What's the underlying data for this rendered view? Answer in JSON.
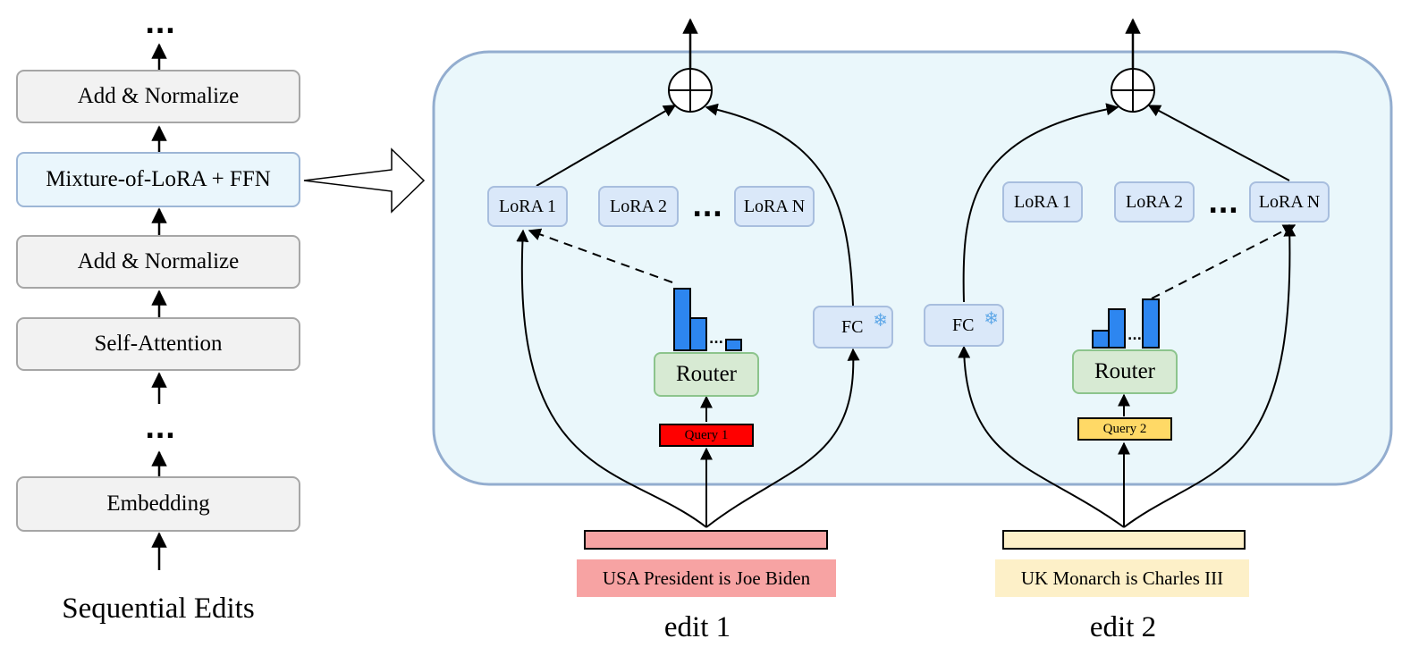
{
  "stack": {
    "top_dots": "...",
    "add_norm_top": "Add & Normalize",
    "mixture": "Mixture-of-LoRA + FFN",
    "add_norm_bottom": "Add & Normalize",
    "self_attention": "Self-Attention",
    "mid_dots": "...",
    "embedding": "Embedding",
    "caption": "Sequential Edits"
  },
  "edit1": {
    "lora1": "LoRA 1",
    "lora2": "LoRA 2",
    "dots": "...",
    "loraN": "LoRA N",
    "fc": "FC",
    "fc_icon": "snowflake-icon",
    "router": "Router",
    "bar_dots": "...",
    "query": "Query 1",
    "query_color": "#ff0000",
    "input_color": "#f7a3a3",
    "fact": "USA President is Joe Biden",
    "fact_bg": "#f7a3a3",
    "caption": "edit 1"
  },
  "edit2": {
    "lora1": "LoRA 1",
    "lora2": "LoRA 2",
    "dots": "...",
    "loraN": "LoRA N",
    "fc": "FC",
    "fc_icon": "snowflake-icon",
    "router": "Router",
    "bar_dots": "...",
    "query": "Query 2",
    "query_color": "#ffd966",
    "input_color": "#fdf0c8",
    "fact": "UK Monarch is Charles III",
    "fact_bg": "#fdf0c8",
    "caption": "edit 2"
  },
  "colors": {
    "panel_bg": "#eaf7fb",
    "panel_border": "#93adcf",
    "bar_fill": "#2d86f0"
  }
}
